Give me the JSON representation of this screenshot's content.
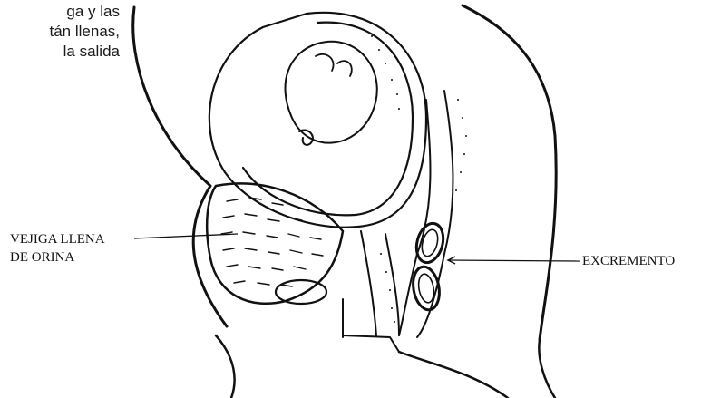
{
  "intro_text": {
    "line1": "ga y las",
    "line2": "tán llenas,",
    "line3": "la salida"
  },
  "labels": {
    "bladder_line1": "VEJIGA LLENA",
    "bladder_line2": "DE ORINA",
    "stool": "EXCREMENTO"
  },
  "colors": {
    "ink": "#111111",
    "paper": "#ffffff"
  }
}
